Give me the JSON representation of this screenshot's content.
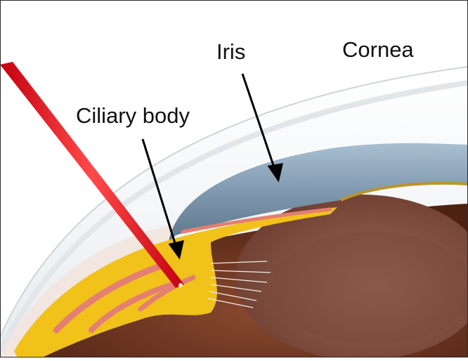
{
  "labels": {
    "iris": "Iris",
    "cornea": "Cornea",
    "ciliary_body": "Ciliary body"
  },
  "colors": {
    "background": "#ffffff",
    "laser": "#e5141c",
    "iris": "#8fa7bc",
    "ciliary_body": "#f0c21a",
    "eye_interior": "#6d3522",
    "lens": "#8a5a4c",
    "sclera": "#eeeeee"
  }
}
